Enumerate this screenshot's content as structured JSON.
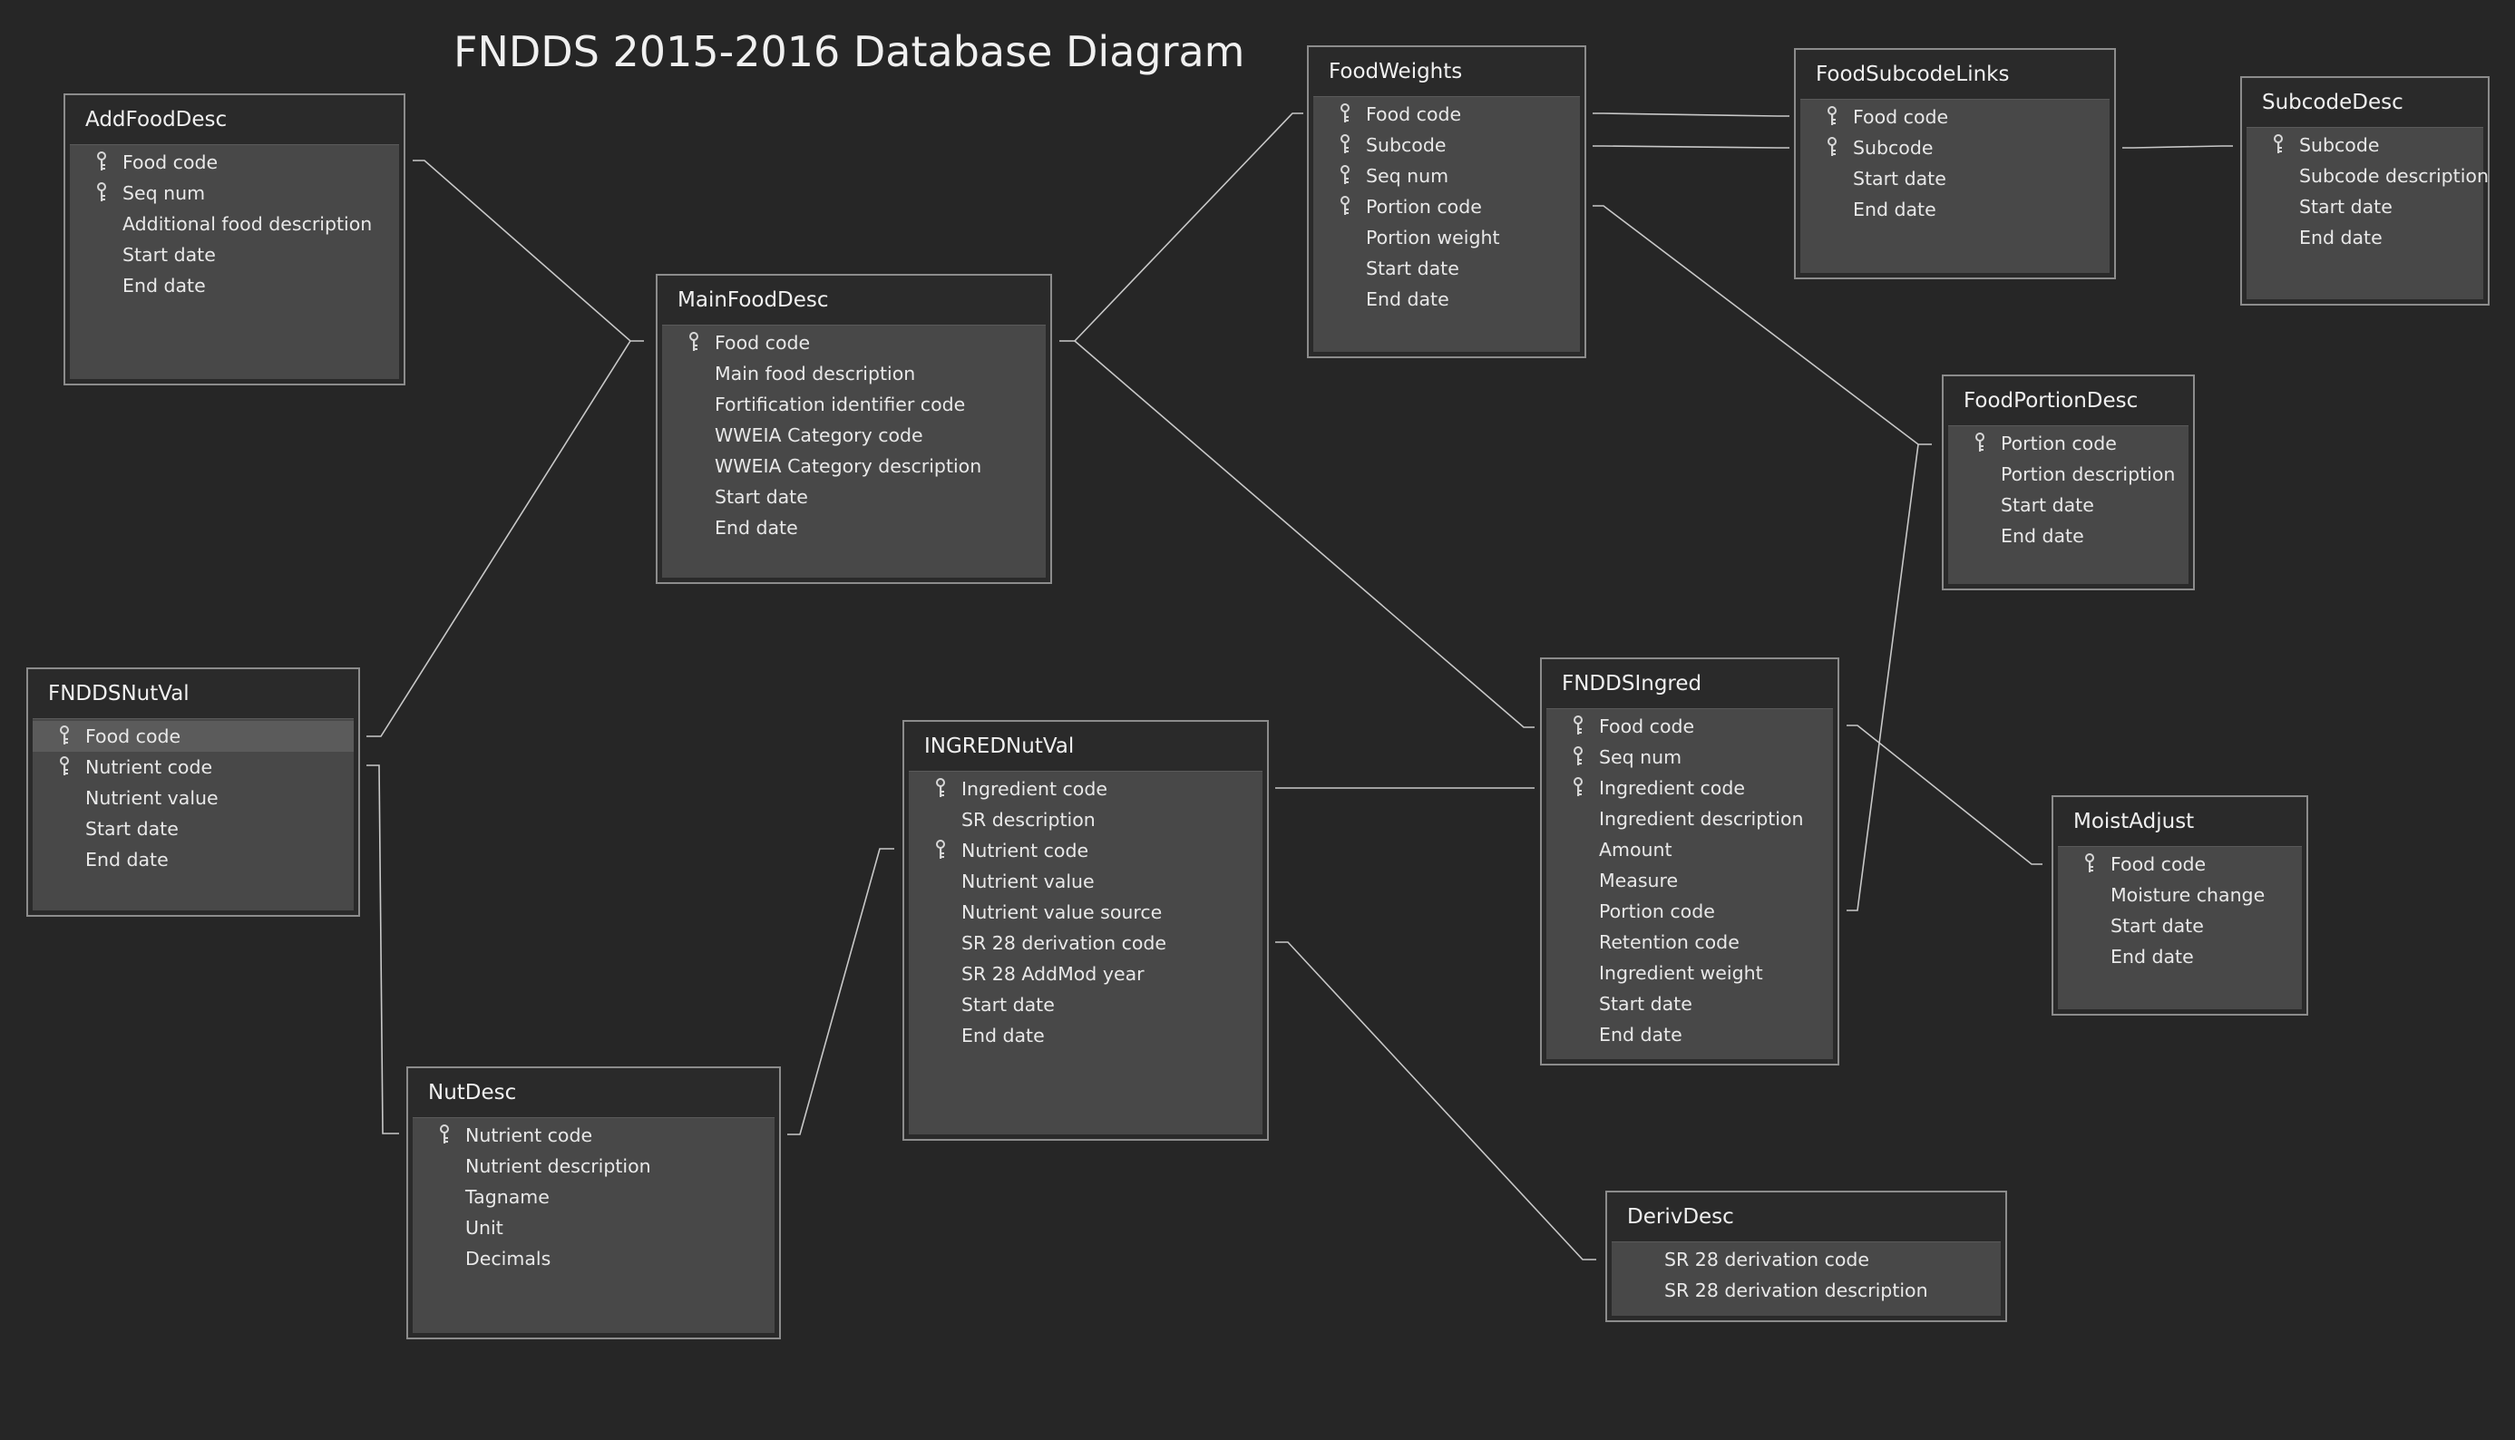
{
  "title": "FNDDS 2015-2016 Database Diagram",
  "key_icon": "primary-key-icon",
  "colors": {
    "background": "#262626",
    "table_body": "#484848",
    "table_border": "#8c8c8c",
    "connector": "#c8c8c8",
    "text": "#e8e8e8"
  },
  "tables": [
    {
      "name": "AddFoodDesc",
      "columns": [
        {
          "name": "Food code",
          "key": true
        },
        {
          "name": "Seq num",
          "key": true
        },
        {
          "name": "Additional food description",
          "key": false
        },
        {
          "name": "Start date",
          "key": false
        },
        {
          "name": "End date",
          "key": false
        }
      ]
    },
    {
      "name": "MainFoodDesc",
      "columns": [
        {
          "name": "Food code",
          "key": true
        },
        {
          "name": "Main food description",
          "key": false
        },
        {
          "name": "Fortification identifier code",
          "key": false
        },
        {
          "name": "WWEIA Category code",
          "key": false
        },
        {
          "name": "WWEIA Category description",
          "key": false
        },
        {
          "name": "Start date",
          "key": false
        },
        {
          "name": "End date",
          "key": false
        }
      ]
    },
    {
      "name": "FoodWeights",
      "columns": [
        {
          "name": "Food code",
          "key": true
        },
        {
          "name": "Subcode",
          "key": true
        },
        {
          "name": "Seq num",
          "key": true
        },
        {
          "name": "Portion code",
          "key": true
        },
        {
          "name": "Portion weight",
          "key": false
        },
        {
          "name": "Start date",
          "key": false
        },
        {
          "name": "End date",
          "key": false
        }
      ]
    },
    {
      "name": "FoodSubcodeLinks",
      "columns": [
        {
          "name": "Food code",
          "key": true
        },
        {
          "name": "Subcode",
          "key": true
        },
        {
          "name": "Start date",
          "key": false
        },
        {
          "name": "End date",
          "key": false
        }
      ]
    },
    {
      "name": "SubcodeDesc",
      "columns": [
        {
          "name": "Subcode",
          "key": true
        },
        {
          "name": "Subcode description",
          "key": false
        },
        {
          "name": "Start date",
          "key": false
        },
        {
          "name": "End date",
          "key": false
        }
      ]
    },
    {
      "name": "FoodPortionDesc",
      "columns": [
        {
          "name": "Portion code",
          "key": true
        },
        {
          "name": "Portion description",
          "key": false
        },
        {
          "name": "Start date",
          "key": false
        },
        {
          "name": "End date",
          "key": false
        }
      ]
    },
    {
      "name": "FNDDSNutVal",
      "columns": [
        {
          "name": "Food code",
          "key": true,
          "selected": true
        },
        {
          "name": "Nutrient code",
          "key": true
        },
        {
          "name": "Nutrient value",
          "key": false
        },
        {
          "name": "Start date",
          "key": false
        },
        {
          "name": "End date",
          "key": false
        }
      ]
    },
    {
      "name": "INGREDNutVal",
      "columns": [
        {
          "name": "Ingredient code",
          "key": true
        },
        {
          "name": "SR description",
          "key": false
        },
        {
          "name": "Nutrient code",
          "key": true
        },
        {
          "name": "Nutrient value",
          "key": false
        },
        {
          "name": "Nutrient value source",
          "key": false
        },
        {
          "name": "SR 28 derivation code",
          "key": false
        },
        {
          "name": "SR 28 AddMod year",
          "key": false
        },
        {
          "name": "Start date",
          "key": false
        },
        {
          "name": "End date",
          "key": false
        }
      ]
    },
    {
      "name": "FNDDSIngred",
      "columns": [
        {
          "name": "Food code",
          "key": true
        },
        {
          "name": "Seq num",
          "key": true
        },
        {
          "name": "Ingredient code",
          "key": true
        },
        {
          "name": "Ingredient description",
          "key": false
        },
        {
          "name": "Amount",
          "key": false
        },
        {
          "name": "Measure",
          "key": false
        },
        {
          "name": "Portion code",
          "key": false
        },
        {
          "name": "Retention code",
          "key": false
        },
        {
          "name": "Ingredient weight",
          "key": false
        },
        {
          "name": "Start date",
          "key": false
        },
        {
          "name": "End date",
          "key": false
        }
      ]
    },
    {
      "name": "MoistAdjust",
      "columns": [
        {
          "name": "Food code",
          "key": true
        },
        {
          "name": "Moisture change",
          "key": false
        },
        {
          "name": "Start date",
          "key": false
        },
        {
          "name": "End date",
          "key": false
        }
      ]
    },
    {
      "name": "NutDesc",
      "columns": [
        {
          "name": "Nutrient code",
          "key": true
        },
        {
          "name": "Nutrient description",
          "key": false
        },
        {
          "name": "Tagname",
          "key": false
        },
        {
          "name": "Unit",
          "key": false
        },
        {
          "name": "Decimals",
          "key": false
        }
      ]
    },
    {
      "name": "DerivDesc",
      "columns": [
        {
          "name": "SR 28 derivation code",
          "key": false
        },
        {
          "name": "SR 28 derivation description",
          "key": false
        }
      ]
    }
  ],
  "relationships": [
    {
      "from": "AddFoodDesc",
      "to": "MainFoodDesc"
    },
    {
      "from": "FNDDSNutVal",
      "to": "MainFoodDesc"
    },
    {
      "from": "MainFoodDesc",
      "to": "FoodWeights"
    },
    {
      "from": "MainFoodDesc",
      "to": "FNDDSIngred"
    },
    {
      "from": "FoodWeights",
      "to": "FoodSubcodeLinks"
    },
    {
      "from": "FoodWeights",
      "to": "FoodSubcodeLinks"
    },
    {
      "from": "FoodSubcodeLinks",
      "to": "SubcodeDesc"
    },
    {
      "from": "FoodWeights",
      "to": "FoodPortionDesc"
    },
    {
      "from": "FNDDSIngred",
      "to": "FoodPortionDesc"
    },
    {
      "from": "FNDDSIngred",
      "to": "MoistAdjust"
    },
    {
      "from": "INGREDNutVal",
      "to": "FNDDSIngred"
    },
    {
      "from": "FNDDSNutVal",
      "to": "NutDesc"
    },
    {
      "from": "NutDesc",
      "to": "INGREDNutVal"
    },
    {
      "from": "INGREDNutVal",
      "to": "DerivDesc"
    }
  ]
}
